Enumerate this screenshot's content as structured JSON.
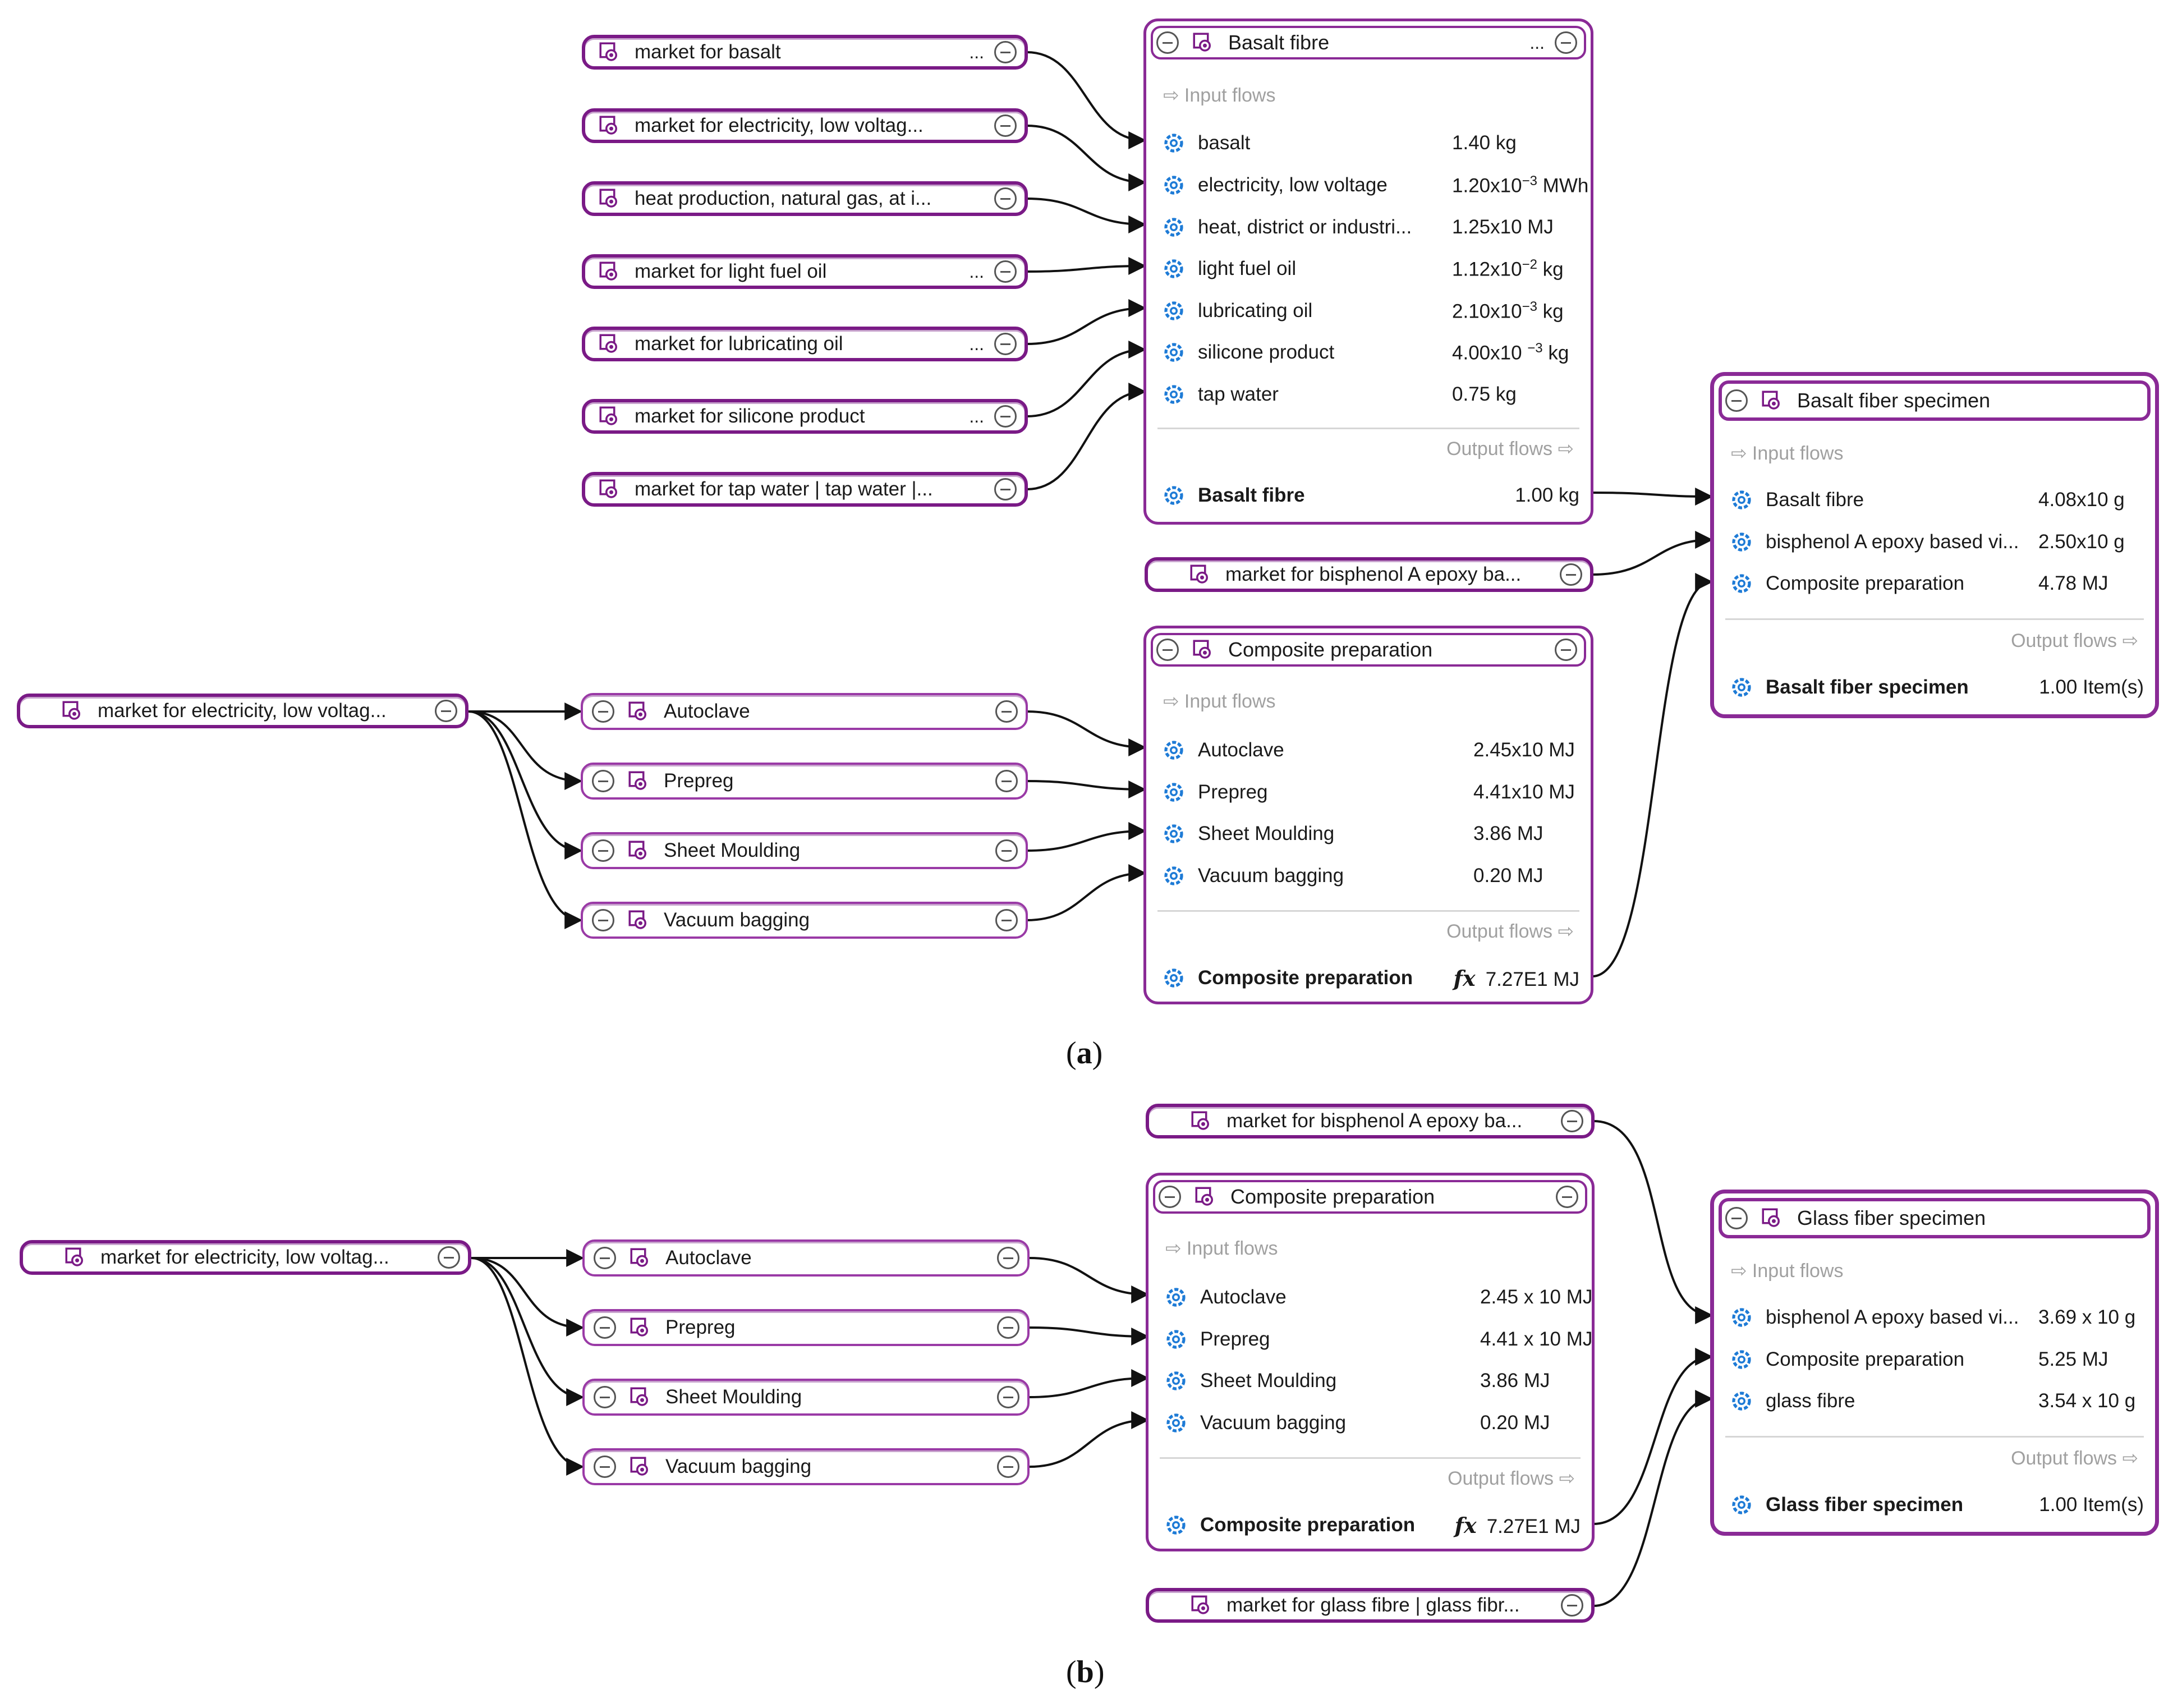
{
  "panel_a": {
    "caption": "a",
    "market_pills": [
      {
        "label": "market for basalt",
        "dots": "..."
      },
      {
        "label": "market for electricity, low voltag...",
        "dots": ""
      },
      {
        "label": "heat production, natural gas, at i...",
        "dots": ""
      },
      {
        "label": "market for light fuel oil",
        "dots": "..."
      },
      {
        "label": "market for lubricating oil",
        "dots": "..."
      },
      {
        "label": "market for silicone product",
        "dots": "..."
      },
      {
        "label": "market for tap water | tap water |...",
        "dots": ""
      }
    ],
    "basalt_fibre_box": {
      "title": "Basalt fibre",
      "dots": "...",
      "input_label": "⇨ Input flows",
      "inputs": [
        {
          "name": "basalt",
          "value": "1.40 kg"
        },
        {
          "name": "electricity, low voltage",
          "value": "1.20x10",
          "exp": "−3",
          "unit": " MWh"
        },
        {
          "name": " heat, district or industri...",
          "value": "1.25x10 MJ"
        },
        {
          "name": "light fuel oil",
          "value": "1.12x10",
          "exp": "−2",
          "unit": " kg"
        },
        {
          "name": "lubricating oil",
          "value": "2.10x10",
          "exp": "−3",
          "unit": " kg"
        },
        {
          "name": "silicone product",
          "value": "4.00x10 ",
          "exp": "−3",
          "unit": " kg"
        },
        {
          "name": "tap water",
          "value": "0.75 kg"
        }
      ],
      "output_label": "Output flows ⇨",
      "output": {
        "name": "Basalt fibre",
        "value": "1.00 kg"
      }
    },
    "bisphenol_pill": "market for bisphenol A epoxy ba...",
    "specimen_box": {
      "title": "Basalt fiber specimen",
      "input_label": "⇨ Input flows",
      "inputs": [
        {
          "name": "Basalt fibre",
          "value": "4.08x10 g"
        },
        {
          "name": "bisphenol A epoxy based vi...",
          "value": "2.50x10 g"
        },
        {
          "name": "Composite preparation",
          "value": "4.78 MJ"
        }
      ],
      "output_label": "Output flows ⇨",
      "output": {
        "name": "Basalt fiber specimen",
        "value": "1.00 Item(s)"
      }
    },
    "electricity_pill": "market for electricity, low voltag...",
    "process_pills": [
      "Autoclave",
      "Prepreg",
      "Sheet Moulding",
      "Vacuum bagging"
    ],
    "composite_box": {
      "title": "Composite preparation",
      "input_label": "⇨ Input flows",
      "inputs": [
        {
          "name": "Autoclave",
          "value": "2.45x10 MJ"
        },
        {
          "name": "Prepreg",
          "value": "4.41x10 MJ"
        },
        {
          "name": "Sheet Moulding",
          "value": "3.86 MJ"
        },
        {
          "name": "Vacuum bagging",
          "value": "0.20 MJ"
        }
      ],
      "output_label": "Output flows ⇨",
      "output": {
        "name": "Composite preparation",
        "fx": "fx",
        "value": "7.27E1 MJ"
      }
    }
  },
  "panel_b": {
    "caption": "b",
    "bisphenol_pill": "market for bisphenol A epoxy ba...",
    "electricity_pill": "market for electricity, low voltag...",
    "process_pills": [
      "Autoclave",
      "Prepreg",
      "Sheet Moulding",
      "Vacuum bagging"
    ],
    "composite_box": {
      "title": "Composite preparation",
      "input_label": "⇨ Input flows",
      "inputs": [
        {
          "name": "Autoclave",
          "value": "2.45 x 10 MJ"
        },
        {
          "name": "Prepreg",
          "value": "4.41 x 10 MJ"
        },
        {
          "name": "Sheet Moulding",
          "value": "3.86 MJ"
        },
        {
          "name": "Vacuum bagging",
          "value": "0.20 MJ"
        }
      ],
      "output_label": "Output flows ⇨",
      "output": {
        "name": "Composite preparation",
        "fx": "fx",
        "value": "7.27E1 MJ"
      }
    },
    "glass_pill": "market for glass fibre | glass fibr...",
    "specimen_box": {
      "title": "Glass fiber specimen",
      "input_label": "⇨ Input flows",
      "inputs": [
        {
          "name": "bisphenol A epoxy based vi...",
          "value": "3.69 x 10 g"
        },
        {
          "name": "Composite preparation",
          "value": "5.25 MJ"
        },
        {
          "name": "glass fibre",
          "value": "3.54 x 10 g"
        }
      ],
      "output_label": "Output flows ⇨",
      "output": {
        "name": "Glass fiber specimen",
        "value": "1.00 Item(s)"
      }
    }
  },
  "icons": {
    "process": "process-icon",
    "flow": "gear-flow-icon",
    "collapse": "collapse-minus-icon"
  },
  "colors": {
    "node_border": "#7a1a86",
    "flow_icon": "#1e7bd6",
    "edge": "#111111"
  }
}
